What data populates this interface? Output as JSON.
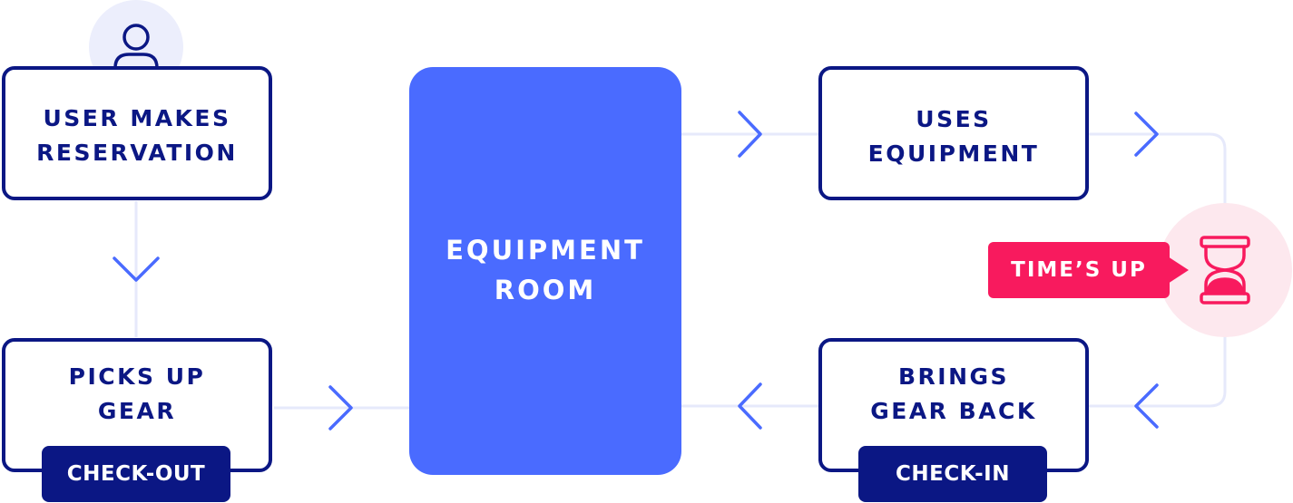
{
  "nodes": {
    "reservation": {
      "line1": "USER MAKES",
      "line2": "RESERVATION"
    },
    "pickup": {
      "line1": "PICKS UP",
      "line2": "GEAR"
    },
    "room": {
      "line1": "EQUIPMENT",
      "line2": "ROOM"
    },
    "uses": {
      "line1": "USES",
      "line2": "EQUIPMENT"
    },
    "brings": {
      "line1": "BRINGS",
      "line2": "GEAR BACK"
    }
  },
  "badges": {
    "checkout": "CHECK-OUT",
    "checkin": "CHECK-IN",
    "times_up": "TIME’S UP"
  },
  "icons": {
    "user": "user-icon",
    "timer": "hourglass-icon"
  },
  "colors": {
    "navy": "#0b1784",
    "accent": "#4a6bff",
    "alert": "#f81a5e",
    "line": "#e6e9fb",
    "user_bg": "#eceefc",
    "timer_bg": "#fde8ee"
  }
}
